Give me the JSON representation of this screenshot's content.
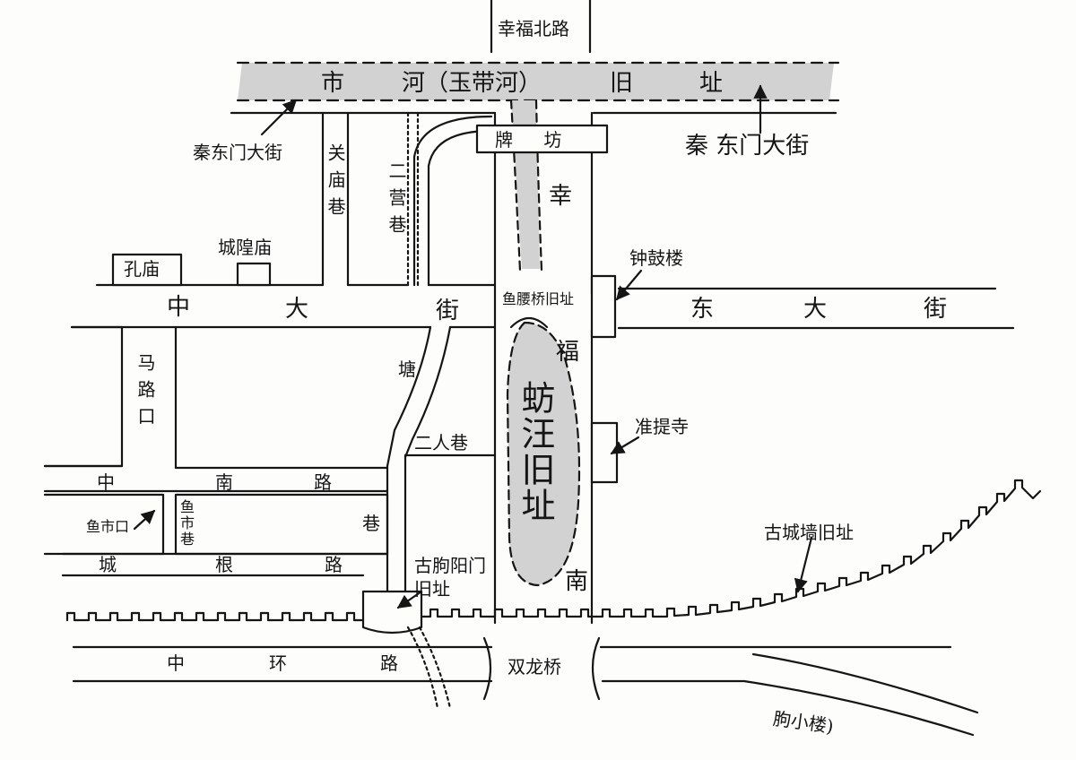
{
  "map": {
    "roads": {
      "xingfu_north": "幸福北路",
      "qindongmen_left": "秦东门大街",
      "qindongmen_right": "秦 东门大街",
      "guanmiao_lane": "关庙巷",
      "erying_lane": "二营巷",
      "xing": "幸",
      "fu": "福",
      "nan": "南",
      "zhong": "中",
      "da": "大",
      "jie": "街",
      "dong_dajie": [
        "东",
        "大",
        "街"
      ],
      "malukou": "马路口",
      "tang": "塘",
      "erren_lane": "二人巷",
      "zhongnan_road": [
        "中",
        "南",
        "路"
      ],
      "yushi_lane": "鱼市巷",
      "xiang": "巷",
      "chenggen_road": [
        "城",
        "根",
        "路"
      ],
      "zhonghuan_road": [
        "中",
        "环",
        "路"
      ],
      "xiaolou": "朐小楼)"
    },
    "river_label": [
      "市",
      "河（玉带河）",
      "旧",
      "址"
    ],
    "landmarks": {
      "paifang": "牌 坊",
      "kongmiao": "孔庙",
      "chenghuangmiao": "城隍庙",
      "zhonggulou": "钟鼓楼",
      "zhuntisi": "准提寺",
      "yuqiao_old": "鱼腰桥旧址",
      "lake_old": "蚄汪旧址",
      "yushikou": "鱼市口",
      "guquyangmen_old": "古朐阳门旧址",
      "old_city_wall": "古城墙旧址",
      "shuanglong_bridge": "双龙桥"
    },
    "colors": {
      "ink": "#151515",
      "water": "#cfcfcf",
      "paper": "#fdfdfb"
    }
  }
}
